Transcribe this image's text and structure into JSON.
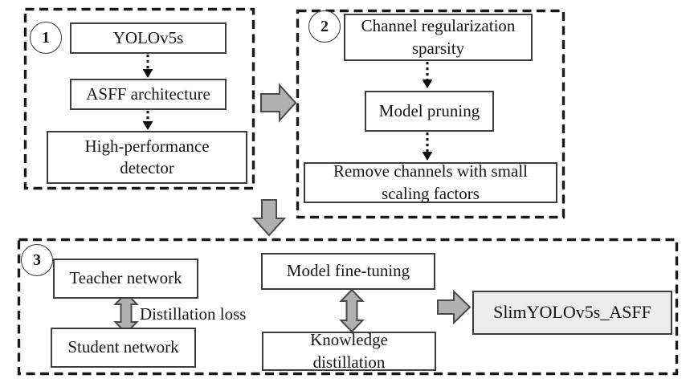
{
  "figure": {
    "type": "flowchart",
    "colors": {
      "arrow_fill": "#b0b0b0",
      "arrow_stroke": "#4a4a4a",
      "frame_stroke": "#1a1a1a",
      "node_border": "#3d3d3d",
      "result_fill": "#ececec"
    },
    "stages": [
      {
        "number": "1",
        "nodes": [
          "YOLOv5s",
          "ASFF architecture",
          "High-performance\ndetector"
        ]
      },
      {
        "number": "2",
        "nodes": [
          "Channel regularization\nsparsity",
          "Model pruning",
          "Remove channels with small\nscaling factors"
        ]
      },
      {
        "number": "3",
        "teacher": "Teacher network",
        "student": "Student network",
        "distillation_label": "Distillation loss",
        "fine_tuning": "Model fine-tuning",
        "knowledge": "Knowledge\ndistillation",
        "result": "SlimYOLOv5s_ASFF"
      }
    ]
  }
}
